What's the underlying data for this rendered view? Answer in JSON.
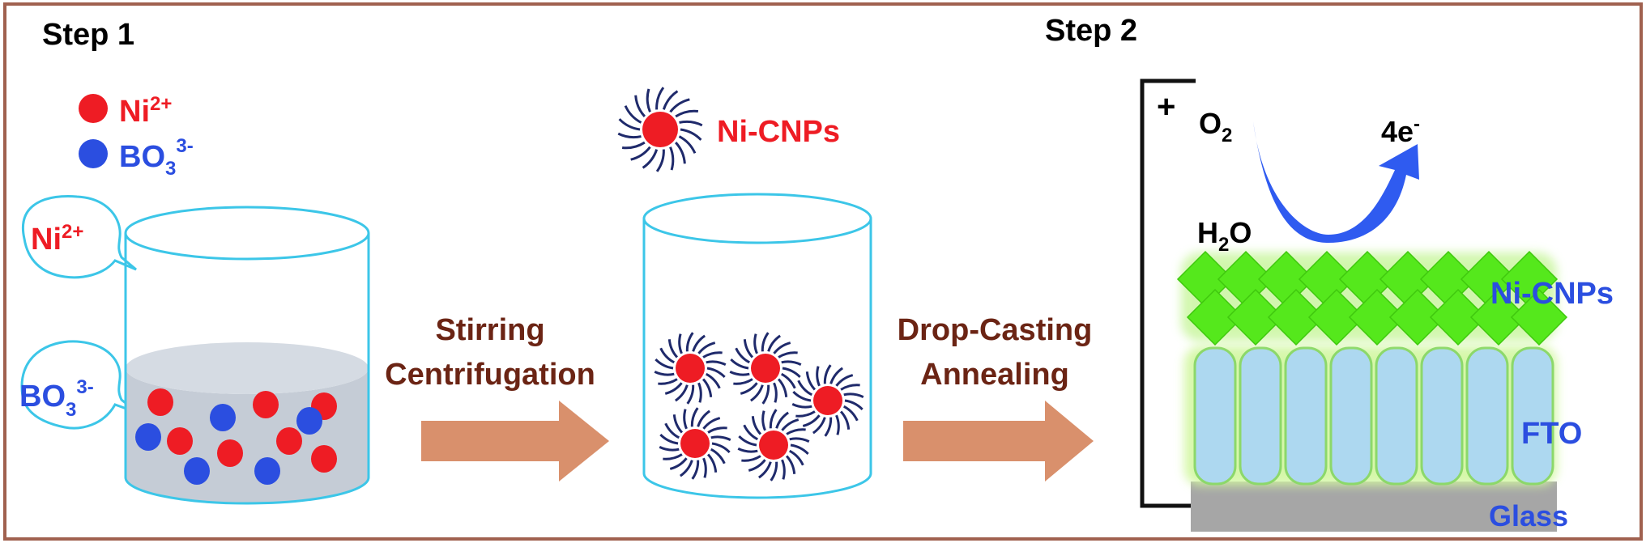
{
  "step1": {
    "title": "Step 1",
    "legend": [
      {
        "ion": "Ni",
        "charge": "2+",
        "color": "#ee1c24"
      },
      {
        "ion": "BO",
        "sub": "3",
        "charge": "3-",
        "color": "#2b4ee0"
      }
    ],
    "bubble_ni": {
      "text": "Ni",
      "charge": "2+"
    },
    "bubble_bo": {
      "text": "BO",
      "sub": "3",
      "charge": "3-"
    }
  },
  "process1": {
    "line1": "Stirring",
    "line2": "Centrifugation"
  },
  "nicnp_legend": {
    "label": "Ni-CNPs"
  },
  "process2": {
    "line1": "Drop-Casting",
    "line2": "Annealing"
  },
  "step2": {
    "title": "Step 2",
    "plus": "+",
    "o2": {
      "base": "O",
      "sub": "2"
    },
    "electrons": {
      "base": "4e",
      "sup": "-"
    },
    "h2o": {
      "pre": "H",
      "sub": "2",
      "post": "O"
    },
    "layers": {
      "nicnps": "Ni-CNPs",
      "fto": "FTO",
      "glass": "Glass"
    }
  },
  "colors": {
    "frame": "#a0614f",
    "ni_red": "#ee1c24",
    "bo_blue": "#2b4ee0",
    "process_text": "#6b2414",
    "arrow": "#d9906c",
    "beaker_outline": "#3cc6e8",
    "liquid": "#c5ccd6",
    "ligand": "#1f2a6b",
    "green_crystal": "#55e81c",
    "fto_fill": "#add8f0",
    "glass": "#a6a6a6",
    "curve_arrow": "#2f5bf0",
    "layer_label": "#2b4ee0"
  }
}
